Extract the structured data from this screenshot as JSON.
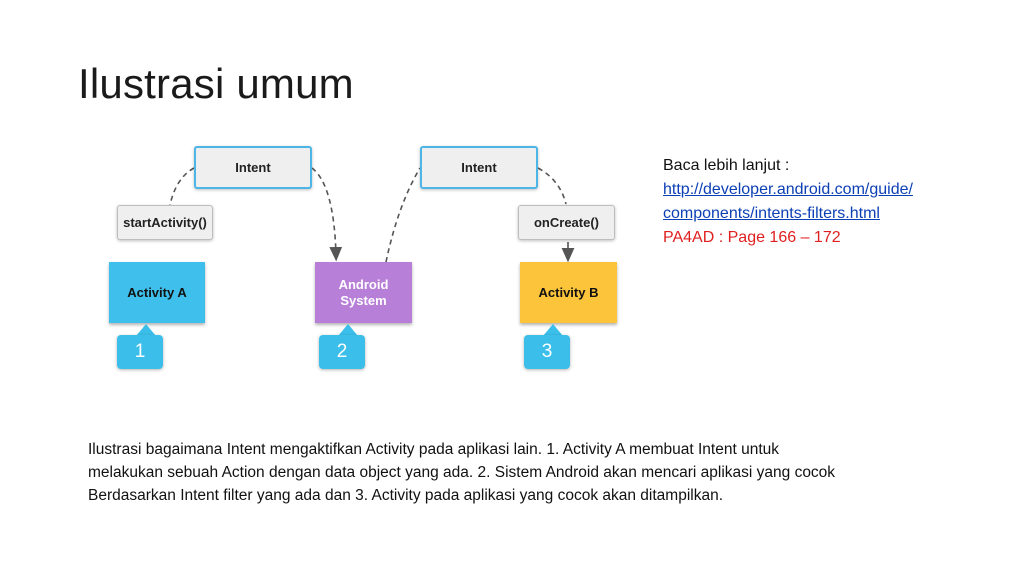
{
  "slide": {
    "title": "Ilustrasi umum"
  },
  "diagram": {
    "intent_left": "Intent",
    "intent_right": "Intent",
    "start_activity": "startActivity()",
    "on_create": "onCreate()",
    "activity_a": "Activity A",
    "android_system_line1": "Android",
    "android_system_line2": "System",
    "activity_b": "Activity B",
    "step1": "1",
    "step2": "2",
    "step3": "3",
    "colors": {
      "activity_a": "#3fc0ec",
      "android_system": "#b77fd8",
      "activity_b": "#fcc43a",
      "bubble": "#3bbfea",
      "intent_border": "#4db6e6"
    }
  },
  "side_note": {
    "heading": "Baca lebih lanjut :",
    "link_line1": "http://developer.android.com/guide/",
    "link_line2": "components/intents-filters.html",
    "reference": "PA4AD : Page 166 – 172"
  },
  "caption": {
    "line1": "Ilustrasi bagaimana Intent mengaktifkan Activity pada aplikasi lain. 1. Activity A membuat Intent untuk",
    "line2": "melakukan sebuah Action dengan data object yang ada. 2. Sistem Android akan mencari aplikasi yang cocok",
    "line3": "Berdasarkan Intent filter yang ada dan 3. Activity pada aplikasi yang cocok akan ditampilkan."
  }
}
